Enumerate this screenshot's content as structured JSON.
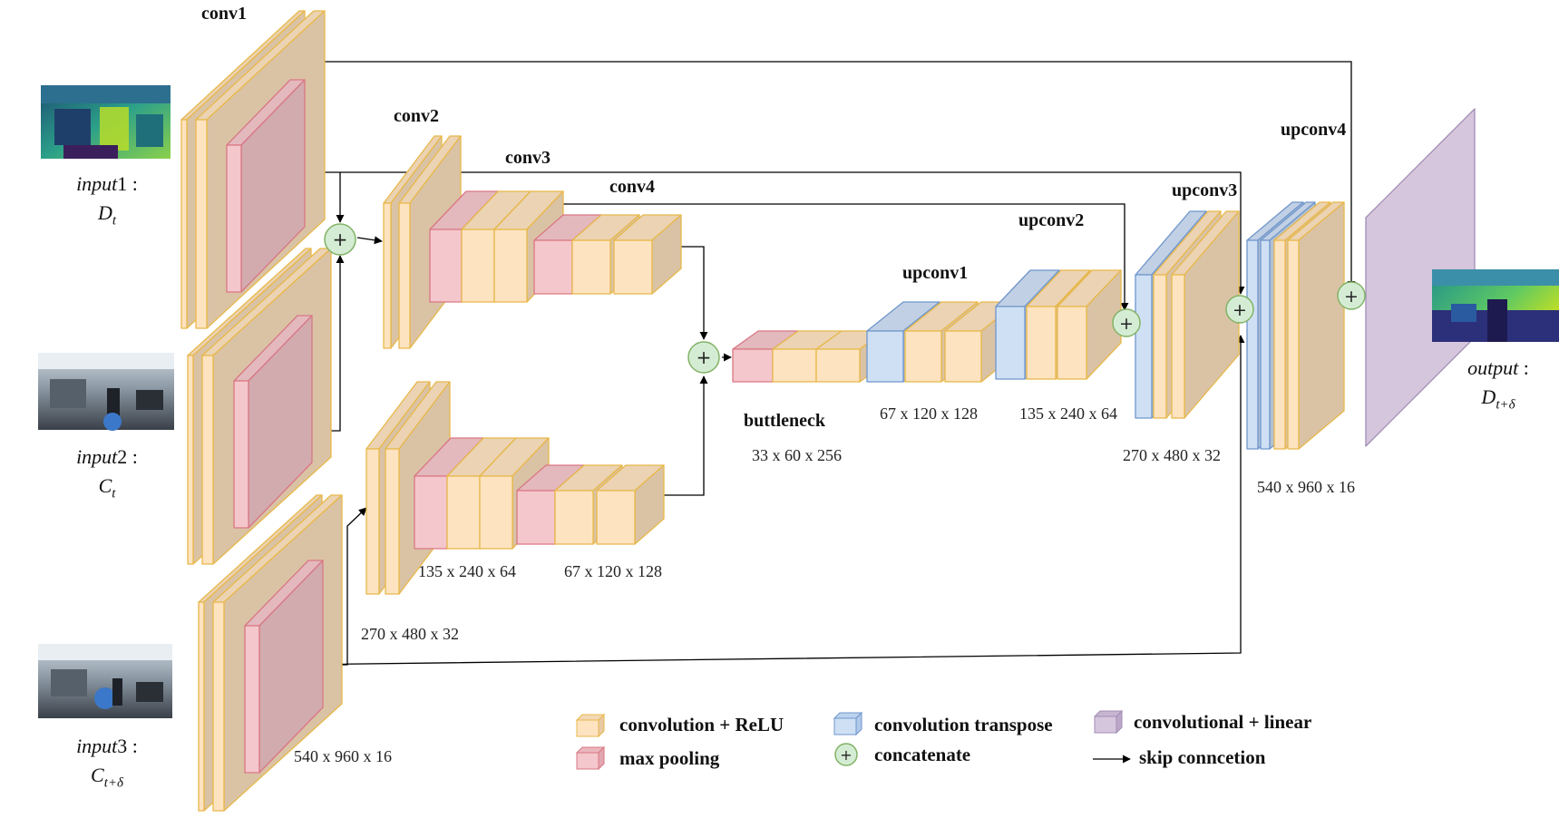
{
  "layer_labels": {
    "conv1": "conv1",
    "conv2": "conv2",
    "conv3": "conv3",
    "conv4": "conv4",
    "bottleneck": "buttleneck",
    "upconv1": "upconv1",
    "upconv2": "upconv2",
    "upconv3": "upconv3",
    "upconv4": "upconv4"
  },
  "dims": {
    "d540_left": "540 x 960 x 16",
    "d270_left": "270 x 480 x 32",
    "d135_left": "135 x 240 x 64",
    "d67_left": "67 x 120 x 128",
    "bottleneck": "33 x 60 x 256",
    "d67_right": "67 x 120 x 128",
    "d135_right": "135 x 240 x 64",
    "d270_right": "270 x 480 x 32",
    "d540_right": "540 x 960 x 16"
  },
  "io": {
    "input1": {
      "name": "input",
      "idx": "1",
      "colon": ":",
      "sym": "D",
      "sub": "t"
    },
    "input2": {
      "name": "input",
      "idx": "2",
      "colon": ":",
      "sym": "C",
      "sub": "t"
    },
    "input3": {
      "name": "input",
      "idx": "3",
      "colon": ":",
      "sym": "C",
      "sub": "t+δ"
    },
    "output": {
      "name": "output",
      "colon": ":",
      "sym": "D",
      "sub": "t+δ"
    }
  },
  "legend": {
    "conv_relu": "convolution + ReLU",
    "max_pool": "max pooling",
    "conv_transpose": "convolution transpose",
    "concatenate": "concatenate",
    "conv_linear": "convolutional + linear",
    "skip": "skip conncetion"
  },
  "colors": {
    "conv_relu": "#fde3c0",
    "conv_relu_stroke": "#e8b84a",
    "max_pool": "#f4c7cc",
    "max_pool_stroke": "#d97783",
    "transpose": "#cfe0f5",
    "transpose_stroke": "#6f96cc",
    "linear": "#d6c6dd",
    "linear_stroke": "#a28db5",
    "concat": "#d5ecd4",
    "concat_stroke": "#82b366"
  },
  "icons": {
    "concat": "plus-circle-icon",
    "skip": "arrow-right-icon"
  }
}
